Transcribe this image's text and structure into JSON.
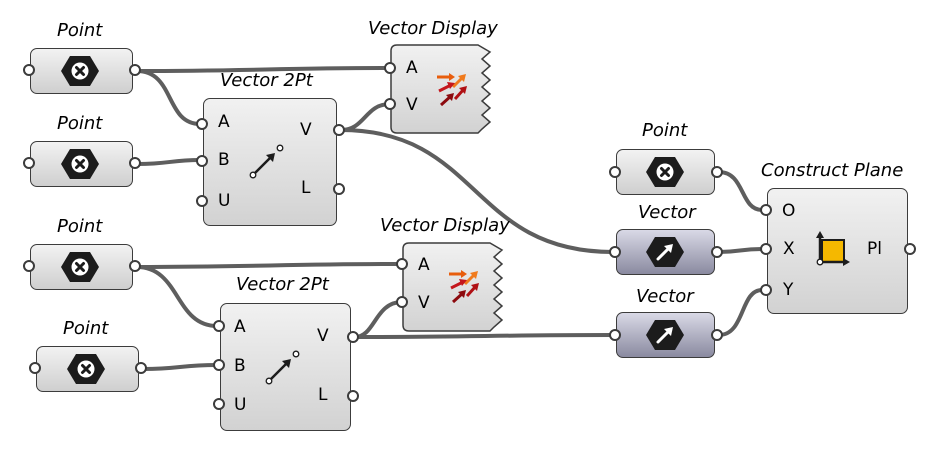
{
  "components": {
    "point1": {
      "title": "Point"
    },
    "point2": {
      "title": "Point"
    },
    "point3": {
      "title": "Point"
    },
    "point4": {
      "title": "Point"
    },
    "point5": {
      "title": "Point"
    },
    "vector1": {
      "title": "Vector"
    },
    "vector2": {
      "title": "Vector"
    },
    "vector2pt1": {
      "title": "Vector 2Pt",
      "inputs": [
        "A",
        "B",
        "U"
      ],
      "outputs": [
        "V",
        "L"
      ]
    },
    "vector2pt2": {
      "title": "Vector 2Pt",
      "inputs": [
        "A",
        "B",
        "U"
      ],
      "outputs": [
        "V",
        "L"
      ]
    },
    "vecdisplay1": {
      "title": "Vector Display",
      "inputs": [
        "A",
        "V"
      ]
    },
    "vecdisplay2": {
      "title": "Vector Display",
      "inputs": [
        "A",
        "V"
      ]
    },
    "construct_plane": {
      "title": "Construct Plane",
      "inputs": [
        "O",
        "X",
        "Y"
      ],
      "outputs": [
        "Pl"
      ]
    }
  },
  "icons": {
    "point": "point-param-icon",
    "vector": "vector-param-icon",
    "vector2pt": "vector-2pt-icon",
    "vecdisplay": "vector-display-icon",
    "plane": "construct-plane-icon"
  },
  "colors": {
    "canvas": "#ffffff",
    "wire": "#5e5e5e",
    "component_fill": "#dcdcdc",
    "vector_param_fill": "#9a9ab0",
    "plane_icon": "#f5b800"
  }
}
